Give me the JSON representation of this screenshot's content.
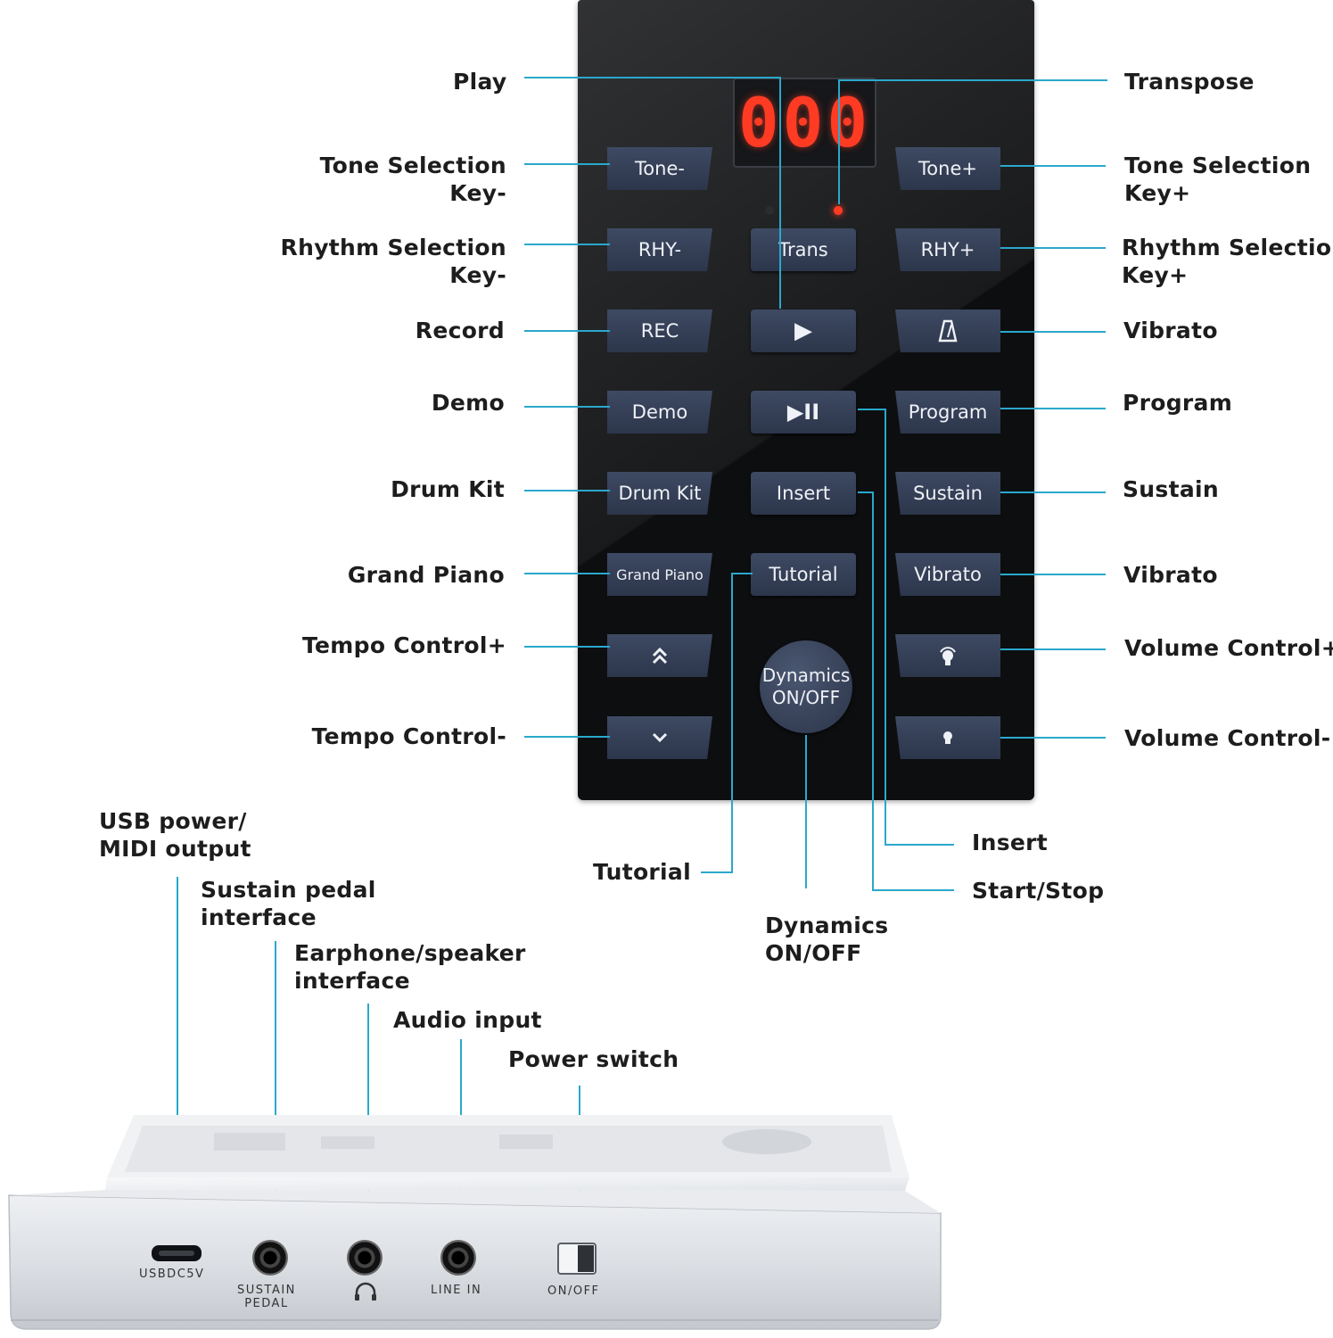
{
  "panel": {
    "display_value": "000",
    "buttons": {
      "tone_minus": "Tone-",
      "tone_plus": "Tone+",
      "rhy_minus": "RHY-",
      "trans": "Trans",
      "rhy_plus": "RHY+",
      "rec": "REC",
      "play": "▶",
      "metronome": "metronome-icon",
      "demo": "Demo",
      "start_stop": "▶II",
      "program": "Program",
      "drum_kit": "Drum Kit",
      "insert": "Insert",
      "sustain": "Sustain",
      "grand_piano": "Grand Piano",
      "tutorial": "Tutorial",
      "vibrato": "Vibrato",
      "tempo_up": "chevron-double-up-icon",
      "tempo_down": "chevron-down-icon",
      "volume_up": "volume-up-icon",
      "volume_down": "volume-down-icon",
      "dynamics_line1": "Dynamics",
      "dynamics_line2": "ON/OFF"
    }
  },
  "callouts": {
    "play": "Play",
    "transpose": "Transpose",
    "tone_minus_1": "Tone Selection",
    "tone_minus_2": "Key-",
    "tone_plus_1": "Tone Selection",
    "tone_plus_2": "Key+",
    "rhy_minus_1": "Rhythm Selection",
    "rhy_minus_2": "Key-",
    "rhy_plus_1": "Rhythm Selection",
    "rhy_plus_2": "Key+",
    "record": "Record",
    "vibrato_top": "Vibrato",
    "demo": "Demo",
    "program": "Program",
    "drum_kit": "Drum Kit",
    "sustain": "Sustain",
    "grand_piano": "Grand Piano",
    "vibrato": "Vibrato",
    "tempo_plus": "Tempo Control+",
    "volume_plus": "Volume Control+",
    "tempo_minus": "Tempo Control-",
    "volume_minus": "Volume Control-",
    "insert": "Insert",
    "tutorial": "Tutorial",
    "start_stop": "Start/Stop",
    "dynamics_1": "Dynamics",
    "dynamics_2": "ON/OFF",
    "usb_1": "USB power/",
    "usb_2": "MIDI output",
    "sustain_pedal_1": "Sustain pedal",
    "sustain_pedal_2": "interface",
    "earphone_1": "Earphone/speaker",
    "earphone_2": "interface",
    "audio_input": "Audio input",
    "power_switch": "Power switch"
  },
  "ports": {
    "usb": "USBDC5V",
    "sustain_1": "SUSTAIN",
    "sustain_2": "PEDAL",
    "headphone": "headphone-icon",
    "line_in": "LINE IN",
    "power": "ON/OFF"
  },
  "colors": {
    "callout_line": "#2aa8cc",
    "display_red": "#ff3b24",
    "button_blue": "#34405a",
    "panel_black": "#0d0e10"
  }
}
